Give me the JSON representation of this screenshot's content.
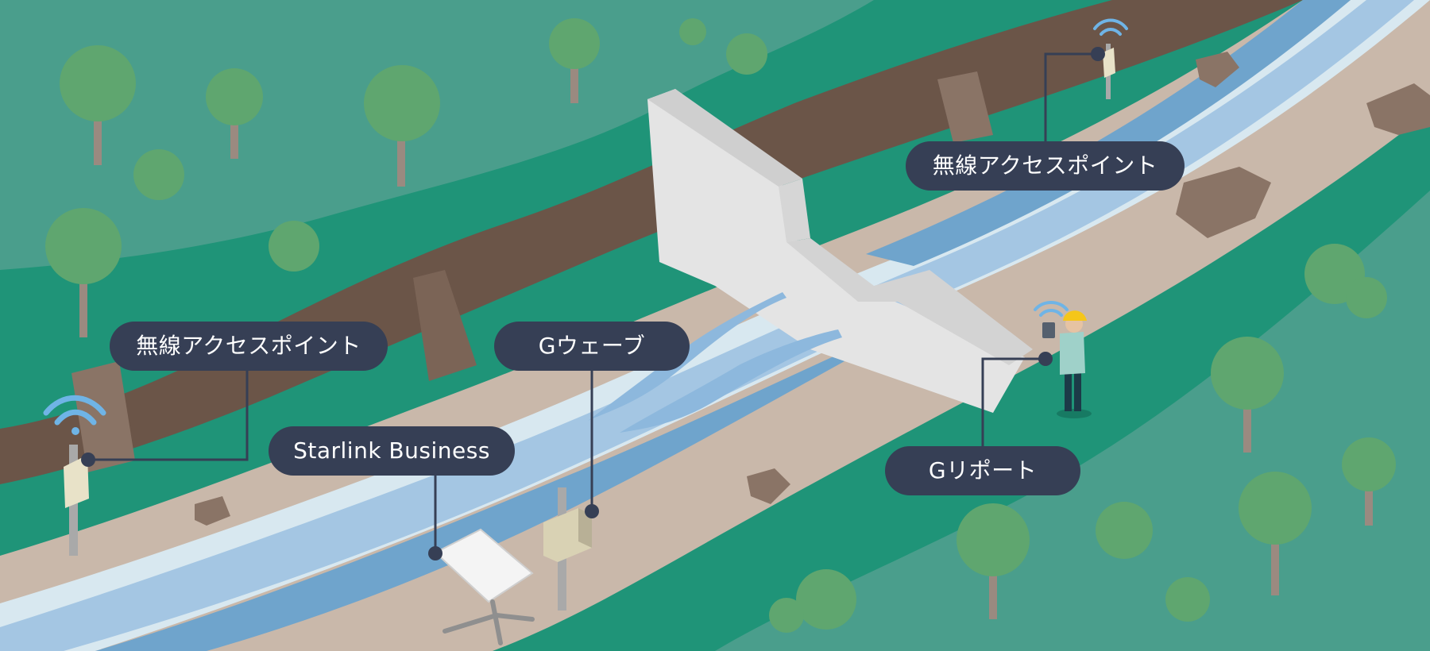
{
  "callouts": {
    "access_point_left": "無線アクセスポイント",
    "g_wave": "Gウェーブ",
    "starlink": "Starlink Business",
    "access_point_right": "無線アクセスポイント",
    "g_report": "Gリポート"
  },
  "colors": {
    "forest": "#1f9478",
    "forest_light": "#4a9e8c",
    "cliff": "#6b5548",
    "riverbank": "#c9b8aa",
    "water_dark": "#6fa4cc",
    "water_light": "#d8e8f0",
    "dam": "#e4e4e4",
    "callout_bg": "#363f55",
    "wifi": "#6fb4e6",
    "helmet": "#f5c61a"
  },
  "icons": [
    "tree-icon",
    "wifi-icon",
    "access-point-icon",
    "starlink-dish-icon",
    "gwave-device-icon",
    "worker-icon",
    "rock-icon"
  ]
}
